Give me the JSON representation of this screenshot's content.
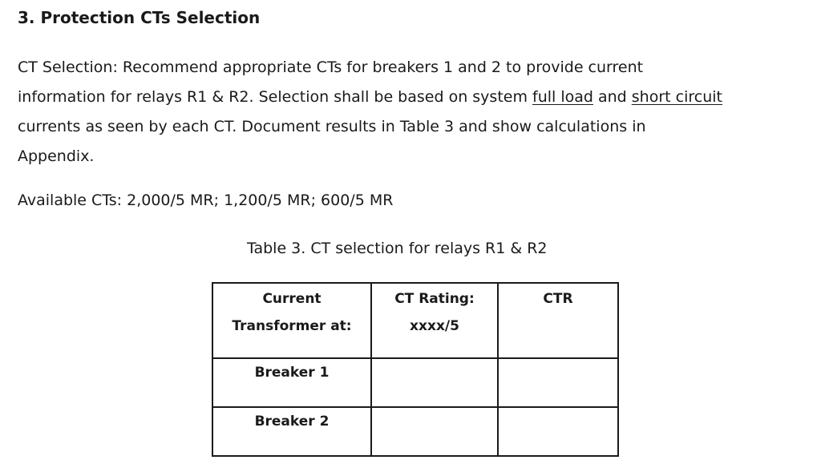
{
  "heading": "3. Protection CTs Selection",
  "paragraph": {
    "line1": "CT Selection: Recommend appropriate CTs for breakers 1 and 2 to provide current",
    "line2_pre": "information for relays R1 & R2.  Selection shall be based on system ",
    "line2_u1": "full load",
    "line2_mid": " and ",
    "line2_u2": "short circuit",
    "line3": "currents as seen by each CT.  Document results in Table 3 and show calculations in",
    "line4": "Appendix."
  },
  "available": "Available CTs: 2,000/5 MR;  1,200/5 MR;  600/5 MR",
  "table": {
    "caption": "Table 3. CT selection for relays R1 & R2",
    "headers": [
      {
        "line1": "Current",
        "line2": "Transformer at:"
      },
      {
        "line1": "CT Rating:",
        "line2": "xxxx/5"
      },
      {
        "line1": "CTR",
        "line2": ""
      }
    ],
    "rows": [
      {
        "label": "Breaker 1",
        "rating": "",
        "ctr": ""
      },
      {
        "label": "Breaker 2",
        "rating": "",
        "ctr": ""
      }
    ]
  }
}
